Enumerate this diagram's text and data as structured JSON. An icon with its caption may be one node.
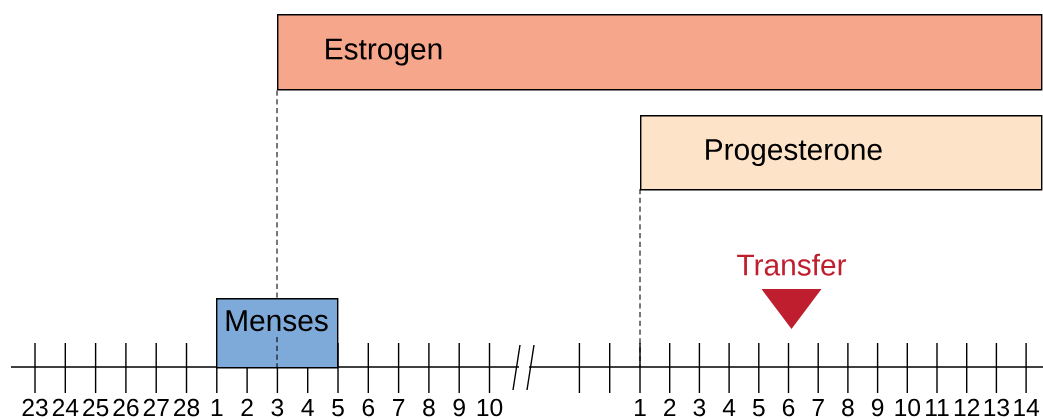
{
  "diagram": {
    "nodes": [
      {
        "text": [
          "Estrogen"
        ]
      },
      {
        "text": [
          "Progesterone"
        ]
      },
      {
        "text": [
          "Menses"
        ]
      },
      {
        "text": [
          "Transfer"
        ]
      }
    ],
    "edges": [
      {
        "from": 0,
        "to": 2,
        "arrow": "none",
        "style": "dashed"
      }
    ],
    "labels": [
      "23",
      "24",
      "25",
      "26",
      "27",
      "28",
      "1",
      "2",
      "3",
      "4",
      "5",
      "6",
      "7",
      "8",
      "9",
      "10",
      "1",
      "2",
      "3",
      "4",
      "5",
      "6",
      "7",
      "8",
      "9",
      "10",
      "11",
      "12",
      "13",
      "14"
    ]
  }
}
